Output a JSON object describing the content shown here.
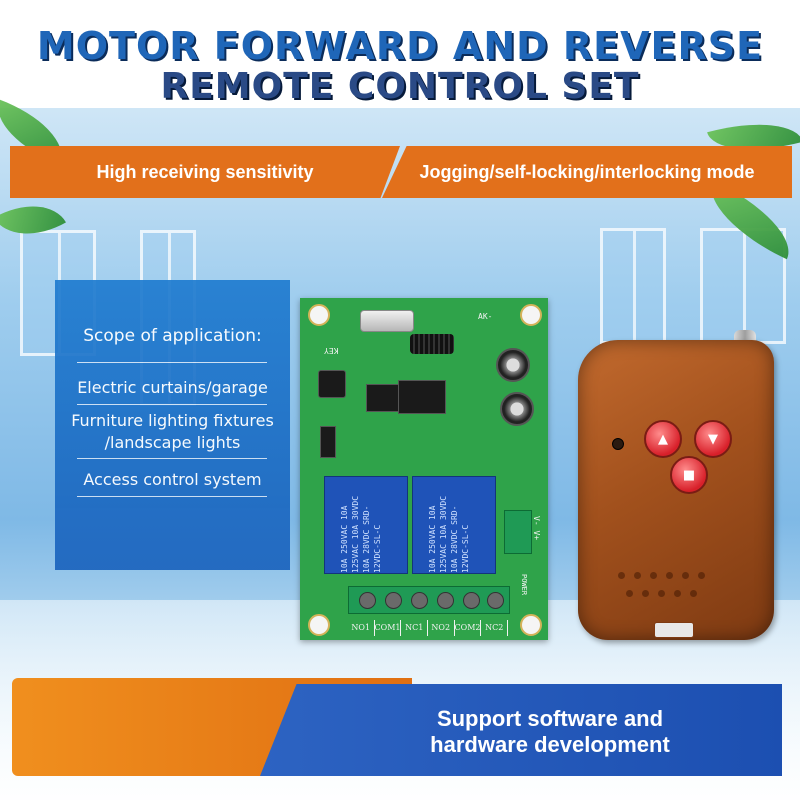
{
  "title": {
    "line1": "MOTOR FORWARD AND REVERSE",
    "line2": "REMOTE CONTROL SET"
  },
  "banners": {
    "left": "High receiving sensitivity",
    "right": "Jogging/self-locking/interlocking mode"
  },
  "scope_panel": {
    "heading": "Scope of application:",
    "items": [
      "Electric curtains/garage",
      "Furniture lighting fixtures /landscape lights",
      "Access control system"
    ]
  },
  "pcb": {
    "key_label": "KEY",
    "relay_text": "10A 250VAC 10A 125VAC 10A 30VDC 10A 28VDC SRD-12VDC-SL-C",
    "terminals": [
      "NO1",
      "COM1",
      "NC1",
      "NO2",
      "COM2",
      "NC2"
    ],
    "power_label": "POWER",
    "power_pins": "V- V+",
    "antenna_label": "AK-"
  },
  "remote": {
    "buttons": [
      "up-arrow",
      "down-arrow",
      "stop-square"
    ]
  },
  "bottom_banner": {
    "line1": "Support software and",
    "line2": "hardware development"
  },
  "colors": {
    "accent_orange": "#e2701b",
    "accent_blue": "#1f66b8",
    "pcb_green": "#2fa34a",
    "remote_brown": "#a2511d"
  }
}
